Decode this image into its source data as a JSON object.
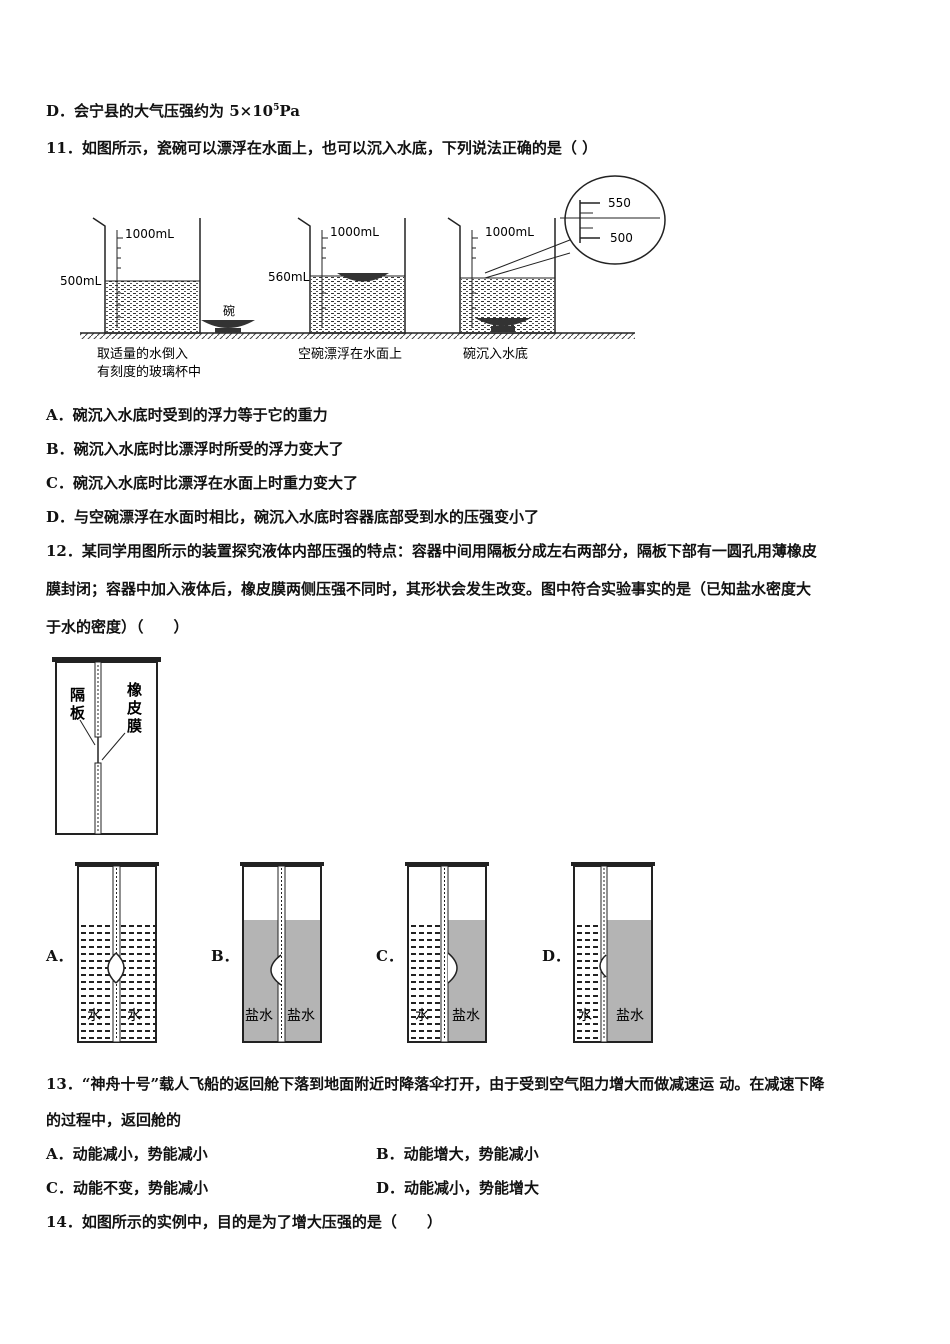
{
  "q10": {
    "optD_prefix": "D．会宁县的大气压强约为 5×10",
    "optD_exp": "5",
    "optD_unit": "Pa"
  },
  "q11": {
    "stem": "11．如图所示，瓷碗可以漂浮在水面上，也可以沉入水底，下列说法正确的是（ ）",
    "figure": {
      "cap1_line1": "取适量的水倒入",
      "cap1_line2": "有刻度的玻璃杯中",
      "cap2": "空碗漂浮在水面上",
      "cap3": "碗沉入水底",
      "bowl_label": "碗",
      "beaker_top_label": "1000mL",
      "level1": "500mL",
      "level2": "560mL",
      "zoom_upper": "550",
      "zoom_lower": "500"
    },
    "options": [
      "A．碗沉入水底时受到的浮力等于它的重力",
      "B．碗沉入水底时比漂浮时所受的浮力变大了",
      "C．碗沉入水底时比漂浮在水面上时重力变大了",
      "D．与空碗漂浮在水面时相比，碗沉入水底时容器底部受到水的压强变小了"
    ]
  },
  "q12": {
    "line1": "12．某同学用图所示的装置探究液体内部压强的特点：容器中间用隔板分成左右两部分，隔板下部有一圆孔用薄橡皮",
    "line2": "膜封闭；容器中加入液体后，橡皮膜两侧压强不同时，其形状会发生改变。图中符合实验事实的是（已知盐水密度大",
    "line3": "于水的密度）（　　）",
    "figure": {
      "label_partition_1": "隔",
      "label_partition_2": "板",
      "label_membrane_1": "橡",
      "label_membrane_2": "皮",
      "label_membrane_3": "膜"
    },
    "choices": [
      {
        "label": "A．",
        "left": "水",
        "right": "水"
      },
      {
        "label": "B．",
        "left": "盐水",
        "right": "盐水"
      },
      {
        "label": "C．",
        "left": "水",
        "right": "盐水"
      },
      {
        "label": "D．",
        "left": "水",
        "right": "盐水"
      }
    ]
  },
  "q13": {
    "line1": "13．“神舟十号”载人飞船的返回舱下落到地面附近时降落伞打开，由于受到空气阻力增大而做减速运 动。在减速下降",
    "line2": "的过程中，返回舱的",
    "options": [
      "A．动能减小，势能减小",
      "B．动能增大，势能减小",
      "C．动能不变，势能减小",
      "D．动能减小，势能增大"
    ]
  },
  "q14": {
    "stem": "14．如图所示的实例中，目的是为了增大压强的是（　　）"
  }
}
